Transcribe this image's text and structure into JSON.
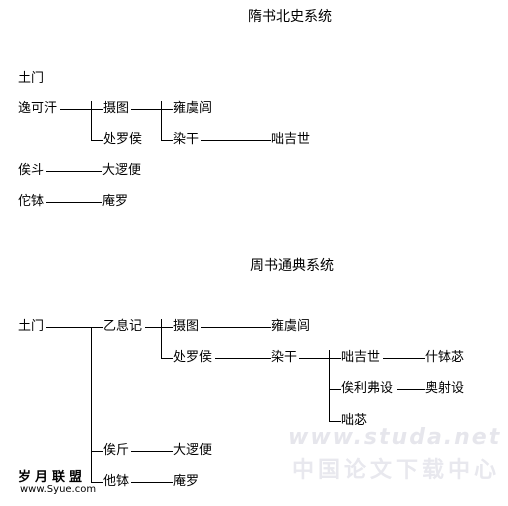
{
  "top_diagram": {
    "title": "隋书北史系统",
    "root": "土门",
    "n_yikehan": "逸可汗",
    "n_shetu": "摄图",
    "n_yongyulu": "雍虞闾",
    "n_chuluohou": "处罗侯",
    "n_rangan": "染干",
    "n_duojishi": "咄吉世",
    "n_houdou": "俟斗",
    "n_daluobian": "大逻便",
    "n_tuobo": "佗钵",
    "n_anluo": "庵罗"
  },
  "bottom_diagram": {
    "title": "周书通典系统",
    "root": "土门",
    "n_yixiji": "乙息记",
    "n_shetu": "摄图",
    "n_yongyulu": "雍虞闾",
    "n_chuluohou": "处罗侯",
    "n_rangan": "染干",
    "n_duojishi": "咄吉世",
    "n_shiboba": "什钵苾",
    "n_houlifushe": "俟利弗设",
    "n_aoshishe": "奥射设",
    "n_duobi": "咄苾",
    "n_houjin": "俟斤",
    "n_daluobian": "大逻便",
    "n_tabo": "他钵",
    "n_anluo": "庵罗"
  },
  "watermarks": {
    "site_url": "www.studa.net",
    "site_name": "中国论文下载中心",
    "logo_name": "岁月联盟",
    "logo_url": "www.Syue.com"
  }
}
